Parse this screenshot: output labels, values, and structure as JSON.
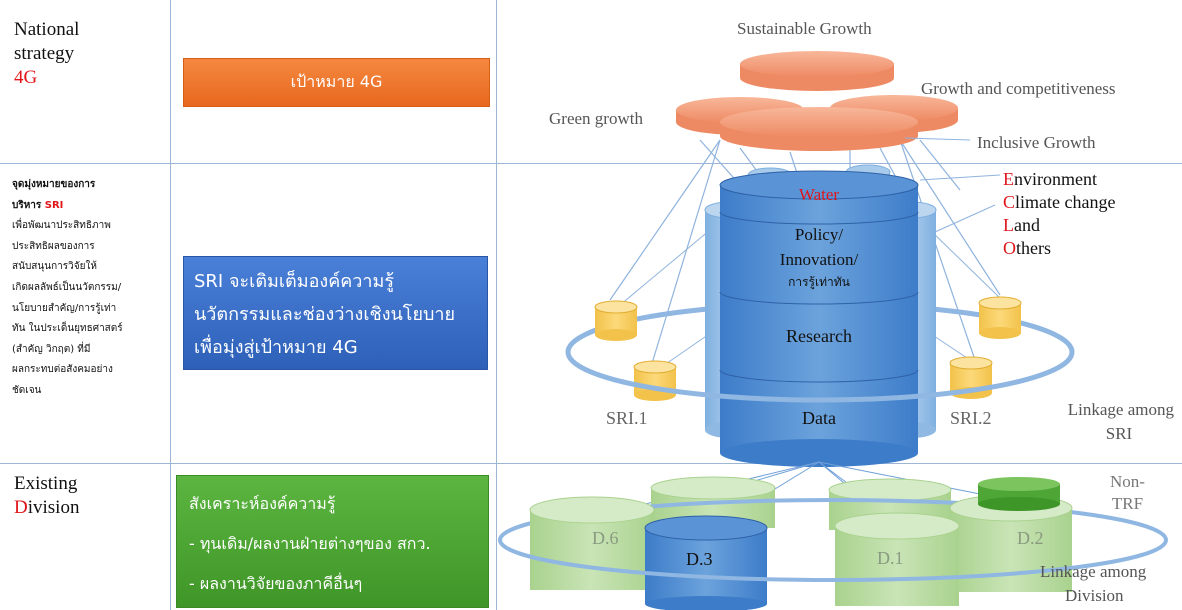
{
  "rows": {
    "national": {
      "line1": "National",
      "line2": "strategy",
      "line3": "4G"
    },
    "sri_goal": {
      "line1": "จุดมุ่งหมายของการ",
      "line2_pre": "บริหาร ",
      "line2_hl": "SRI",
      "lines": [
        "เพื่อพัฒนาประสิทธิภาพ",
        "ประสิทธิผลของการ",
        "สนับสนุนการวิจัยให้",
        "เกิดผลลัพธ์เป็นนวัตกรรม/",
        "นโยบายสำคัญ/การรู้เท่า",
        "ทัน ในประเด็นยุทธศาสตร์",
        "(สำคัญ วิกฤต) ที่มี",
        "ผลกระทบต่อสังคมอย่าง",
        "ชัดเจน"
      ]
    },
    "existing": {
      "line1": "Existing",
      "line2_first": "D",
      "line2_rest": "ivision"
    }
  },
  "boxes": {
    "goal": "เป้าหมาย 4G",
    "sri": [
      "SRI จะเติมเต็มองค์ความรู้",
      "นวัตกรรมและช่องว่างเชิงนโยบาย",
      "เพื่อมุ่งสู่เป้าหมาย 4G"
    ],
    "synthesis": [
      "สังเคราะห์องค์ความรู้",
      "- ทุนเดิม/ผลงานฝ่ายต่างๆของ สกว.",
      "- ผลงานวิจัยของภาคีอื่นๆ"
    ]
  },
  "diagram": {
    "growth": {
      "sustainable": "Sustainable Growth",
      "competitiveness": "Growth and competitiveness",
      "green": "Green growth",
      "inclusive": "Inclusive Growth"
    },
    "eclo": [
      {
        "first": "E",
        "rest": "nvironment"
      },
      {
        "first": "C",
        "rest": "limate change"
      },
      {
        "first": "L",
        "rest": "and"
      },
      {
        "first": "O",
        "rest": "thers"
      }
    ],
    "core": {
      "water": "Water",
      "policy": [
        "Policy/",
        "Innovation/"
      ],
      "policy_thai": "การรู้เท่าทัน",
      "research": "Research",
      "data": "Data"
    },
    "sri_labels": {
      "sri1": "SRI.1",
      "sri2": "SRI.2"
    },
    "linkage_sri": [
      "Linkage among",
      "SRI"
    ],
    "divisions": {
      "d6": "D.6",
      "d3": "D.3",
      "d1": "D.1",
      "d2": "D.2"
    },
    "non_trf": [
      "Non-",
      "TRF"
    ],
    "linkage_div": [
      "Linkage among",
      "Division"
    ]
  },
  "colors": {
    "red": "#e0161b",
    "orange": "#ef7a33",
    "blue": "#3567c3",
    "green": "#4ea636",
    "grid": "#9db6d6"
  }
}
